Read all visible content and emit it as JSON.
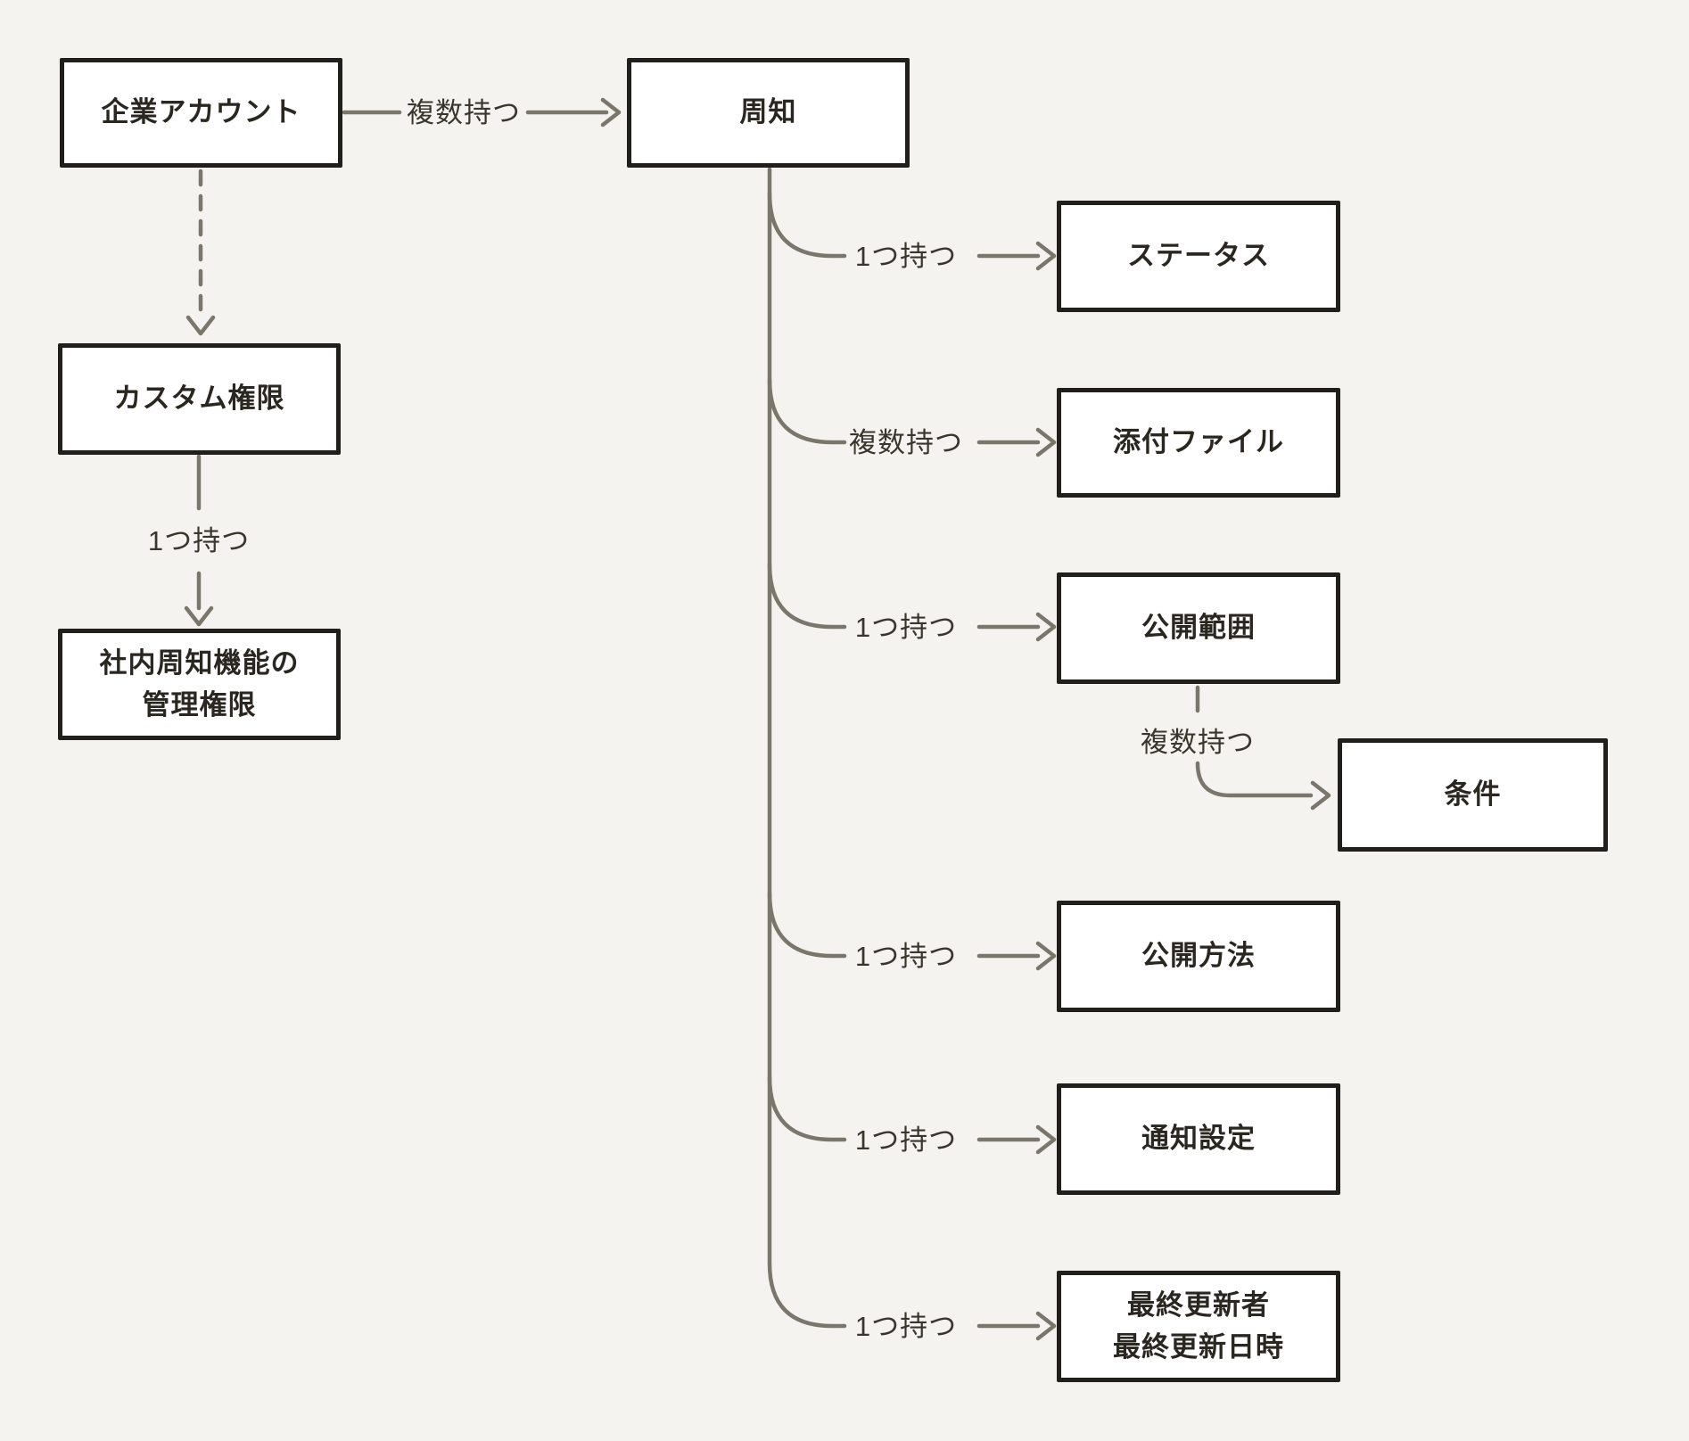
{
  "diagram": {
    "background_color": "#f5f3f0",
    "node_fill_color": "#ffffff",
    "node_border_color": "#211f1c",
    "node_text_color": "#2a2620",
    "connector_color": "#7b766c",
    "edge_label_color": "#3a362e",
    "nodes": [
      {
        "id": "company-account",
        "label": "企業アカウント"
      },
      {
        "id": "announcement",
        "label": "周知"
      },
      {
        "id": "custom-permission",
        "label": "カスタム権限"
      },
      {
        "id": "admin-permission",
        "label": "社内周知機能の\n管理権限"
      },
      {
        "id": "status",
        "label": "ステータス"
      },
      {
        "id": "attachment",
        "label": "添付ファイル"
      },
      {
        "id": "publish-scope",
        "label": "公開範囲"
      },
      {
        "id": "condition",
        "label": "条件"
      },
      {
        "id": "publish-method",
        "label": "公開方法"
      },
      {
        "id": "notification-setting",
        "label": "通知設定"
      },
      {
        "id": "last-updated",
        "label": "最終更新者\n最終更新日時"
      }
    ],
    "edges": [
      {
        "from": "企業アカウント",
        "to": "周知",
        "label": "複数持つ",
        "style": "solid-arrow"
      },
      {
        "from": "企業アカウント",
        "to": "カスタム権限",
        "label": "",
        "style": "dashed-arrow"
      },
      {
        "from": "カスタム権限",
        "to": "社内周知機能の管理権限",
        "label": "1つ持つ",
        "style": "solid-arrow"
      },
      {
        "from": "周知",
        "to": "ステータス",
        "label": "1つ持つ",
        "style": "branch-arrow"
      },
      {
        "from": "周知",
        "to": "添付ファイル",
        "label": "複数持つ",
        "style": "branch-arrow"
      },
      {
        "from": "周知",
        "to": "公開範囲",
        "label": "1つ持つ",
        "style": "branch-arrow"
      },
      {
        "from": "公開範囲",
        "to": "条件",
        "label": "複数持つ",
        "style": "dashed-stub-then-arrow"
      },
      {
        "from": "周知",
        "to": "公開方法",
        "label": "1つ持つ",
        "style": "branch-arrow"
      },
      {
        "from": "周知",
        "to": "通知設定",
        "label": "1つ持つ",
        "style": "branch-arrow"
      },
      {
        "from": "周知",
        "to": "最終更新者 最終更新日時",
        "label": "1つ持つ",
        "style": "branch-arrow"
      }
    ]
  }
}
